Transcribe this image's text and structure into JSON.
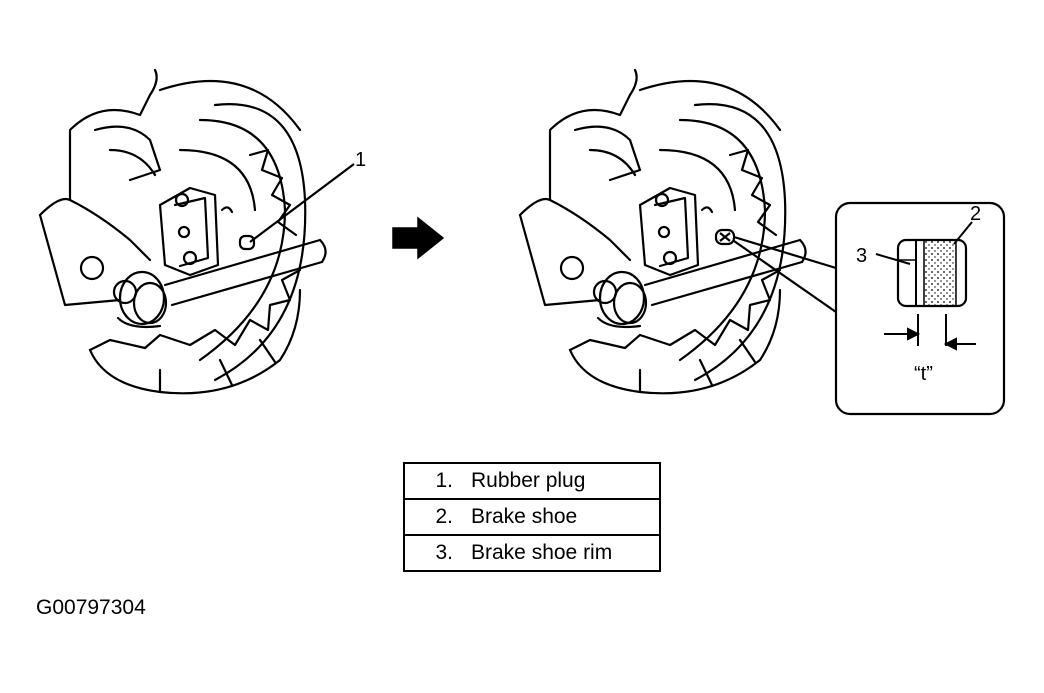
{
  "callouts": {
    "plug": "1",
    "shoe": "2",
    "rim": "3",
    "thickness": "“t”"
  },
  "legend": [
    {
      "num": "1.",
      "label": "Rubber plug"
    },
    {
      "num": "2.",
      "label": "Brake shoe"
    },
    {
      "num": "3.",
      "label": "Brake shoe rim"
    }
  ],
  "figure_id": "G00797304"
}
